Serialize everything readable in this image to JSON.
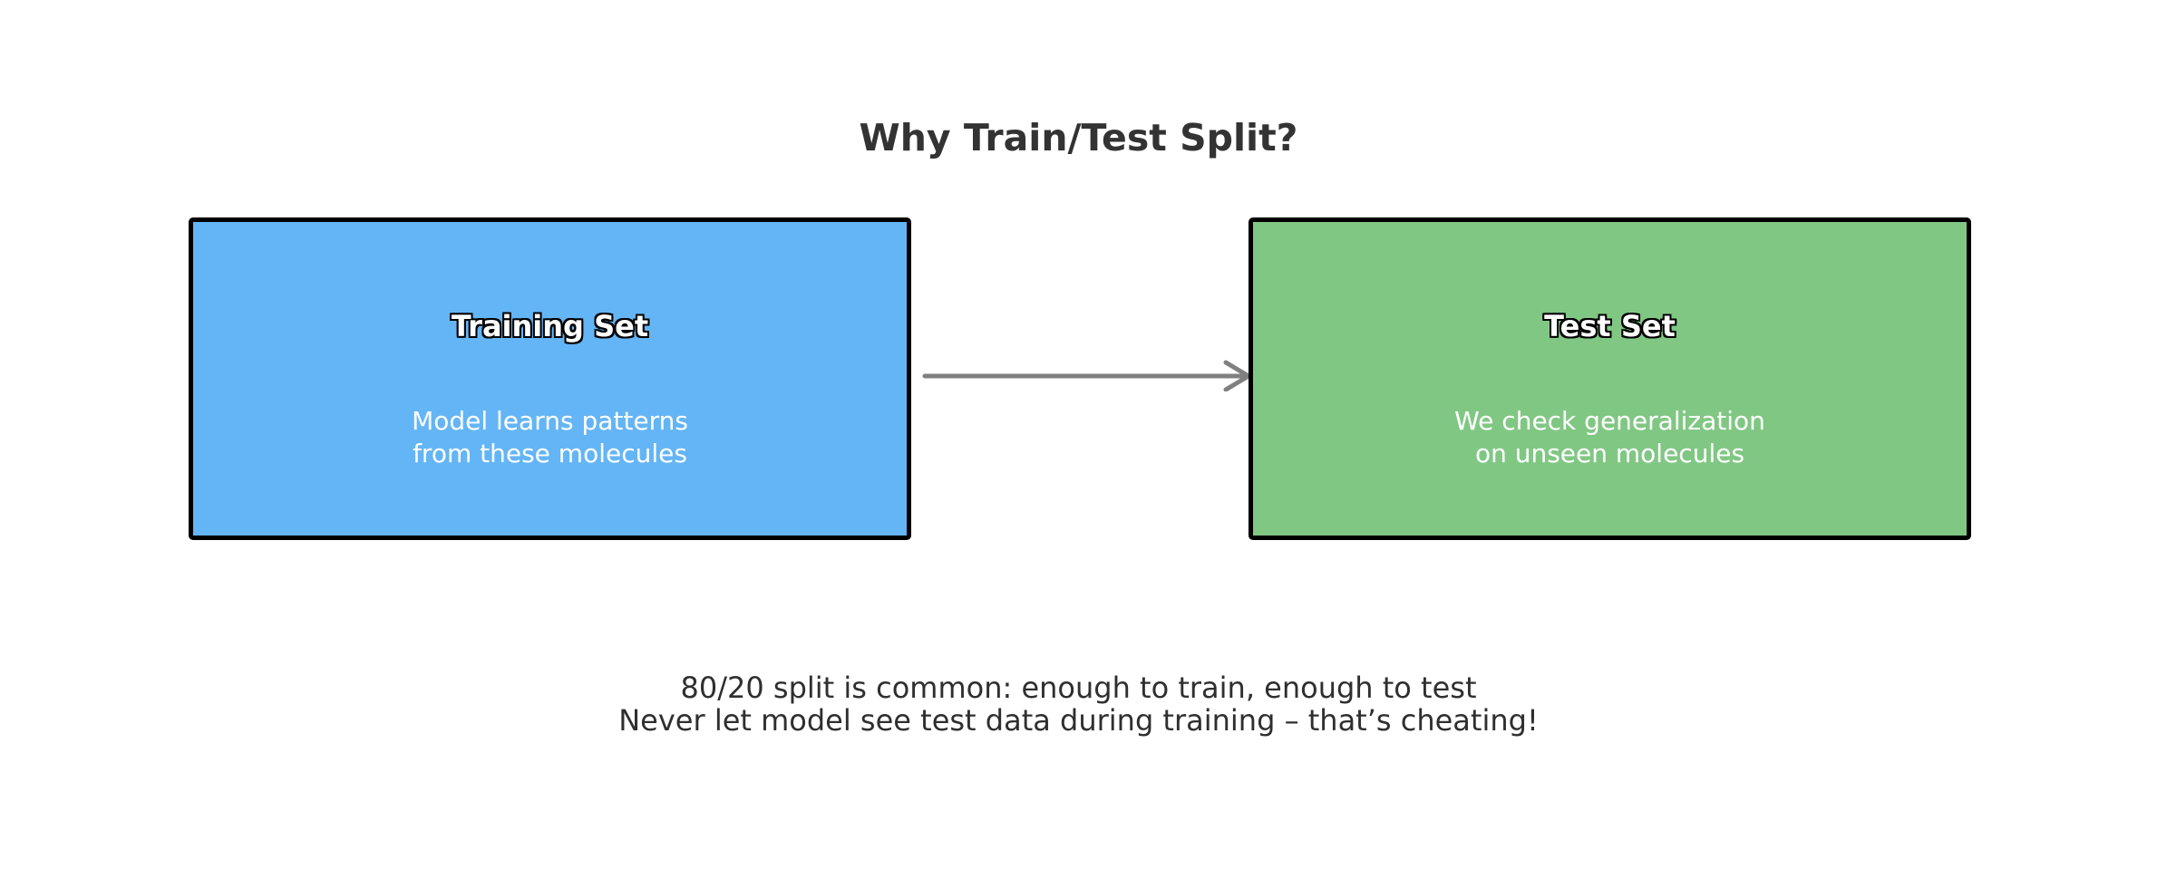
{
  "title": "Why Train/Test Split?",
  "colors": {
    "training_fill": "#64B5F6",
    "test_fill": "#81C784",
    "arrow": "#808080",
    "border": "#000000",
    "text": "#333333"
  },
  "boxes": {
    "training": {
      "heading": "Training Set",
      "lines": [
        "Model learns patterns",
        "from these molecules"
      ]
    },
    "test": {
      "heading": "Test Set",
      "lines": [
        "We check generalization",
        "on unseen molecules"
      ]
    }
  },
  "footer": {
    "lines": [
      "80/20 split is common: enough to train, enough to test",
      "Never let model see test data during training – that’s cheating!"
    ]
  }
}
